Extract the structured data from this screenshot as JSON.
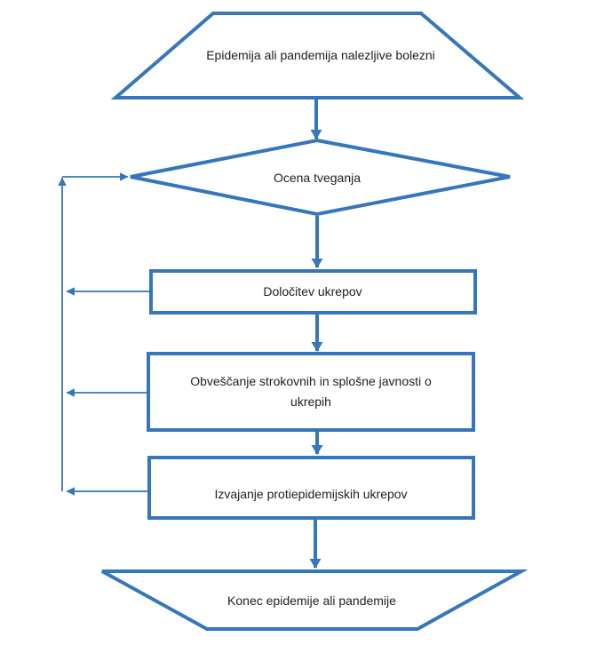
{
  "diagram": {
    "type": "flowchart",
    "colors": {
      "line": "#3576BC",
      "text": "#1e1e1e",
      "background": "#ffffff"
    },
    "nodes": {
      "start": {
        "shape": "trapezoid",
        "label": "Epidemija ali pandemija nalezljive bolezni"
      },
      "decision": {
        "shape": "diamond",
        "label": "Ocena tveganja"
      },
      "step1": {
        "shape": "rectangle",
        "label": "Določitev ukrepov"
      },
      "step2": {
        "shape": "rectangle",
        "label": "Obveščanje strokovnih in splošne javnosti o ukrepih"
      },
      "step3": {
        "shape": "rectangle",
        "label": "Izvajanje protiepidemijskih ukrepov"
      },
      "end": {
        "shape": "inverted-trapezoid",
        "label": "Konec epidemije ali pandemije"
      }
    },
    "edges": [
      {
        "from": "start",
        "to": "decision",
        "style": "thick-arrow"
      },
      {
        "from": "decision",
        "to": "step1",
        "style": "thick-arrow"
      },
      {
        "from": "step1",
        "to": "step2",
        "style": "thick-arrow"
      },
      {
        "from": "step2",
        "to": "step3",
        "style": "thick-arrow"
      },
      {
        "from": "step3",
        "to": "end",
        "style": "thick-arrow"
      },
      {
        "from": "step1",
        "to": "decision",
        "style": "thin-feedback-arrow"
      },
      {
        "from": "step2",
        "to": "decision",
        "style": "thin-feedback-arrow"
      },
      {
        "from": "step3",
        "to": "decision",
        "style": "thin-feedback-arrow"
      }
    ]
  }
}
